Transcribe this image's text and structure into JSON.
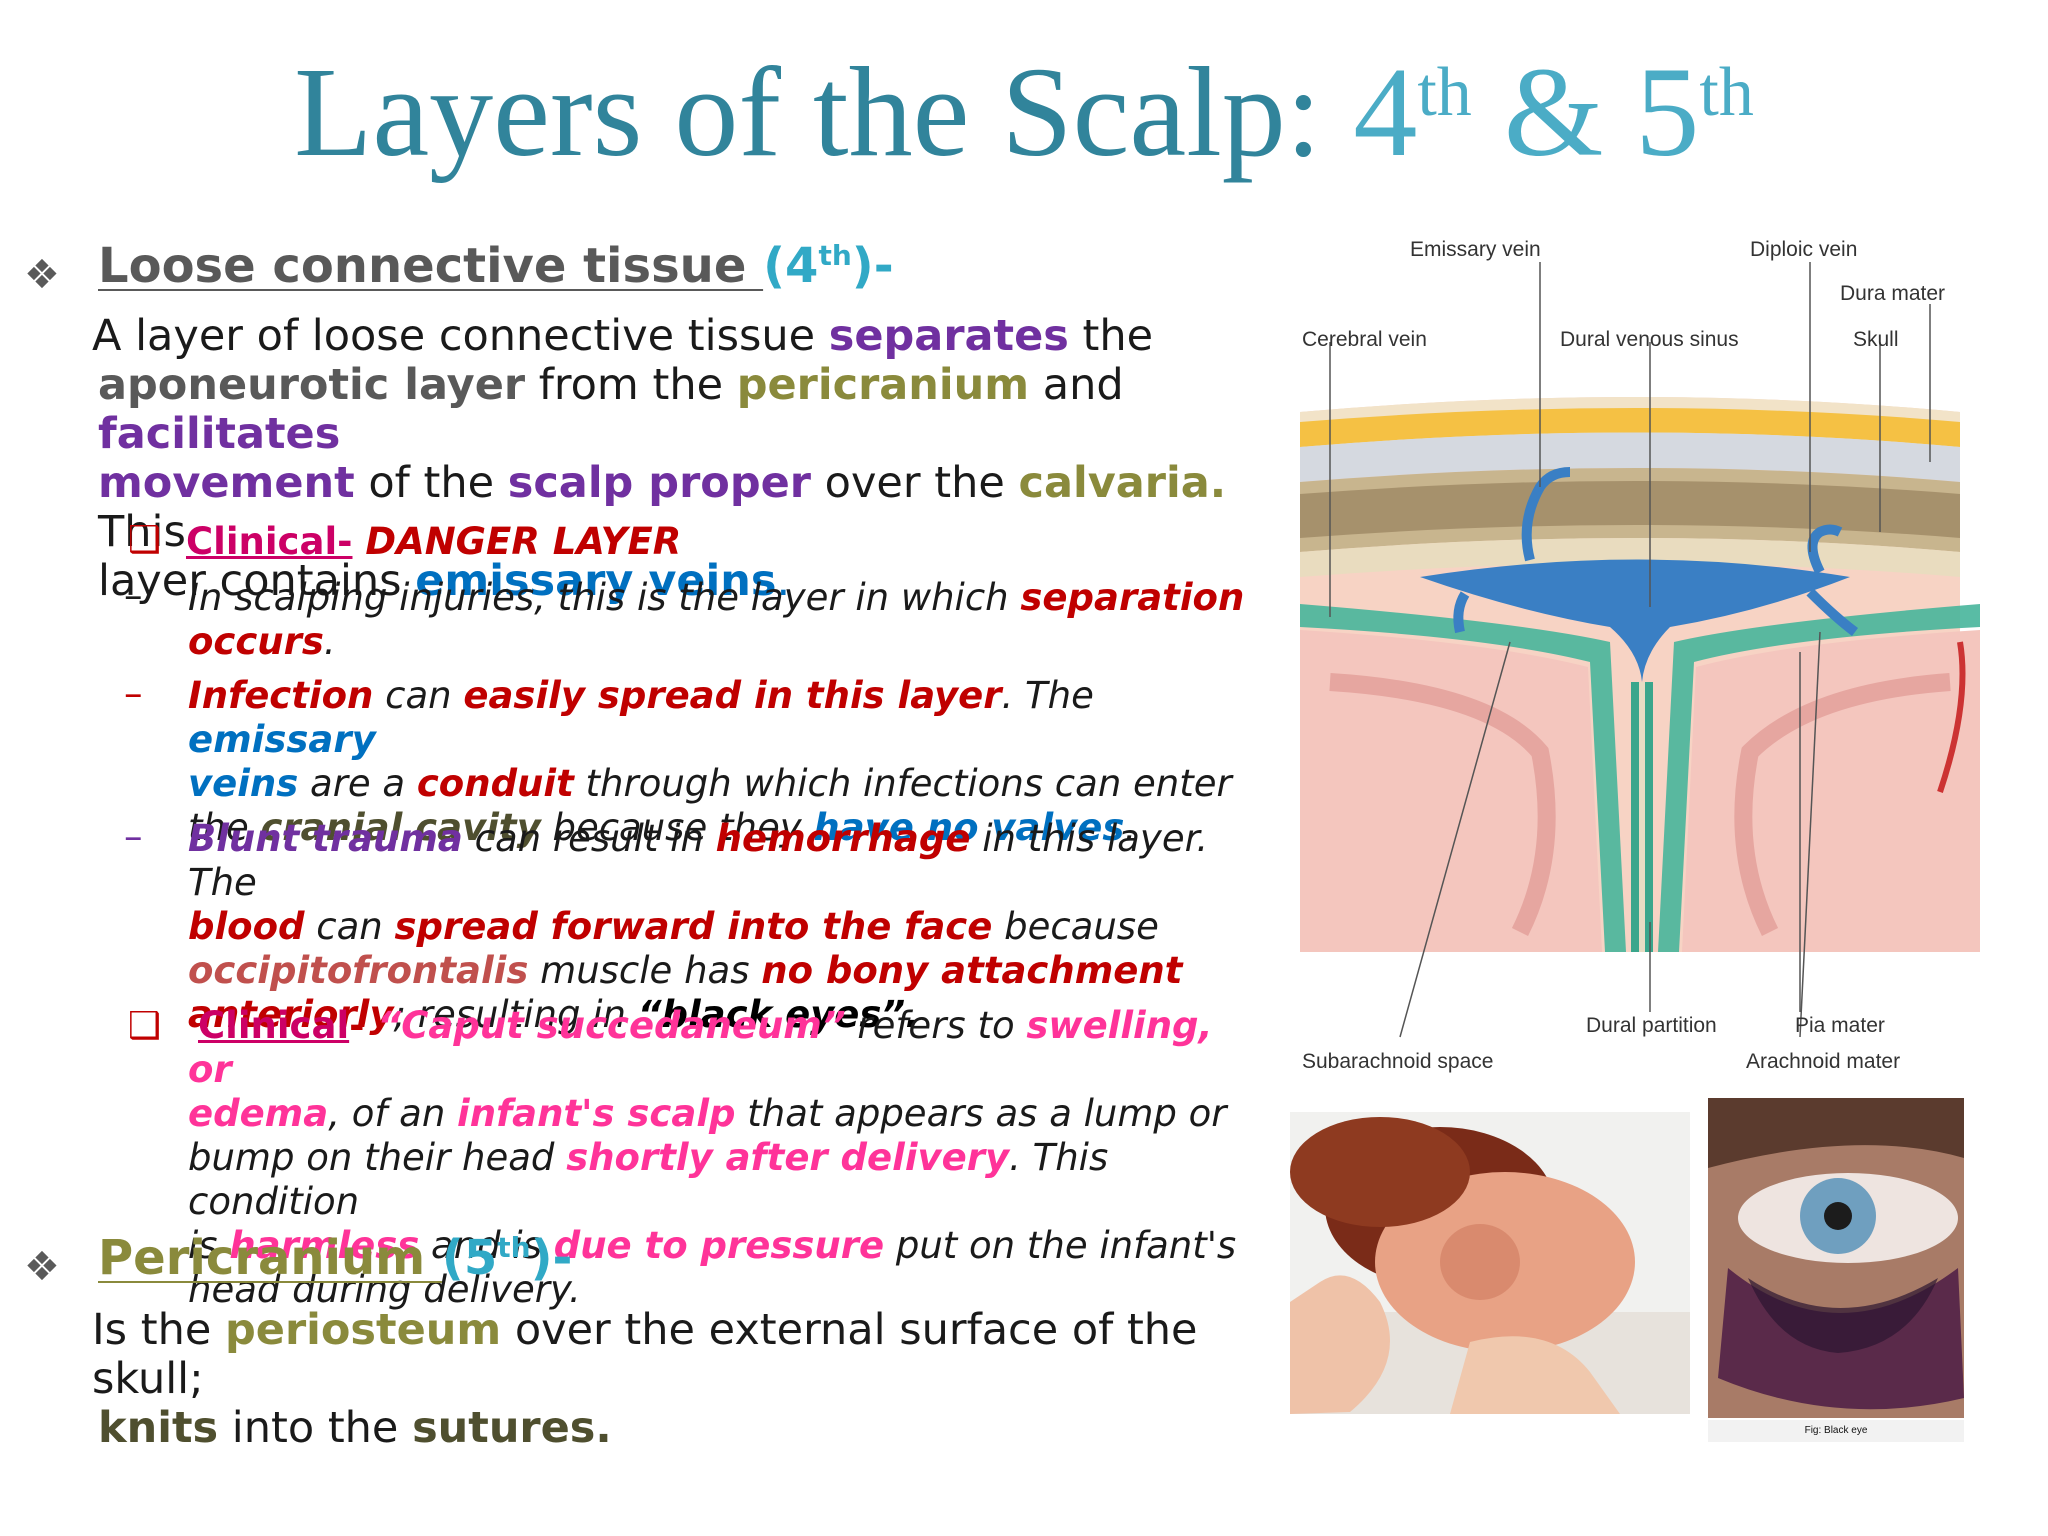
{
  "title": {
    "main": "Layers of the Scalp:",
    "n1": "4",
    "s1": "th",
    "amp": "&",
    "n2": "5",
    "s2": "th"
  },
  "section4": {
    "heading": "Loose connective tissue ",
    "heading_num": "(4",
    "heading_sup": "th",
    "heading_end": ")-",
    "para": {
      "t1": "A layer of loose connective tissue ",
      "t2": "separates",
      "t3": " the",
      "t4": "aponeurotic layer",
      "t5": " from the ",
      "t6": "pericranium",
      "t7": " and ",
      "t8": "facilitates",
      "t9": "movement",
      "t10": " of the ",
      "t11": "scalp proper",
      "t12": " over the ",
      "t13": "calvaria.",
      "t14": " This",
      "t15": "layer contains ",
      "t16": "emissary veins",
      "t17": "."
    },
    "clinical1": {
      "label": "Clinical-",
      "text": " DANGER LAYER"
    },
    "point1": {
      "a": "In scalping injuries, this is the layer in which ",
      "b": "separation",
      "c": "occurs",
      "d": "."
    },
    "point2": {
      "a": "Infection",
      "b": " can ",
      "c": "easily spread in this layer",
      "d": ". The ",
      "e": "emissary",
      "f": "veins",
      "g": " are a ",
      "h": "conduit",
      "i": " through which infections can enter",
      "j": "the ",
      "k": "cranial cavity",
      "l": " because they ",
      "m": "have no valves",
      "n": "."
    },
    "point3": {
      "a": "Blunt trauma",
      "b": " can result in ",
      "c": "hemorrhage",
      "d": " in this layer. The",
      "e": "blood",
      "f": " can ",
      "g": "spread forward into the face",
      "h": " because",
      "i": "occipitofrontalis",
      "j": " muscle has ",
      "k": "no bony attachment",
      "l": "anteriorly",
      "m": "; resulting in ",
      "n": "“black eyes”."
    },
    "clinical2": {
      "label": "Clinical",
      "dash": "- ",
      "a": "“Caput succedaneum”",
      "b": " refers to ",
      "c": "swelling, or",
      "d": "edema",
      "e": ", of an ",
      "f": "infant's scalp",
      "g": " that appears as a lump or",
      "h": "bump on their head ",
      "i": "shortly after delivery",
      "j": ". This condition",
      "k": "is ",
      "l": "harmless",
      "m": " and is ",
      "n": "due to pressure",
      "o": " put on the infant's",
      "p": "head during delivery."
    }
  },
  "section5": {
    "heading": "Pericranium ",
    "heading_num": "(5",
    "heading_sup": "th",
    "heading_end": ")-",
    "para": {
      "a": "Is the ",
      "b": "periosteum",
      "c": " over the external surface of the skull;",
      "d": "knits",
      "e": " into the ",
      "f": "sutures."
    }
  },
  "bullets": {
    "diamond": "❖",
    "box": "❑",
    "dash": "–"
  },
  "diagram_labels": {
    "emissary_vein": "Emissary vein",
    "diploic_vein": "Diploic vein",
    "dura_mater": "Dura mater",
    "cerebral_vein": "Cerebral vein",
    "dural_venous_sinus": "Dural venous sinus",
    "skull": "Skull",
    "dural_partition": "Dural partition",
    "pia_mater": "Pia mater",
    "subarachnoid_space": "Subarachnoid space",
    "arachnoid_mater": "Arachnoid mater"
  },
  "photo_caption": "Fig: Black eye"
}
